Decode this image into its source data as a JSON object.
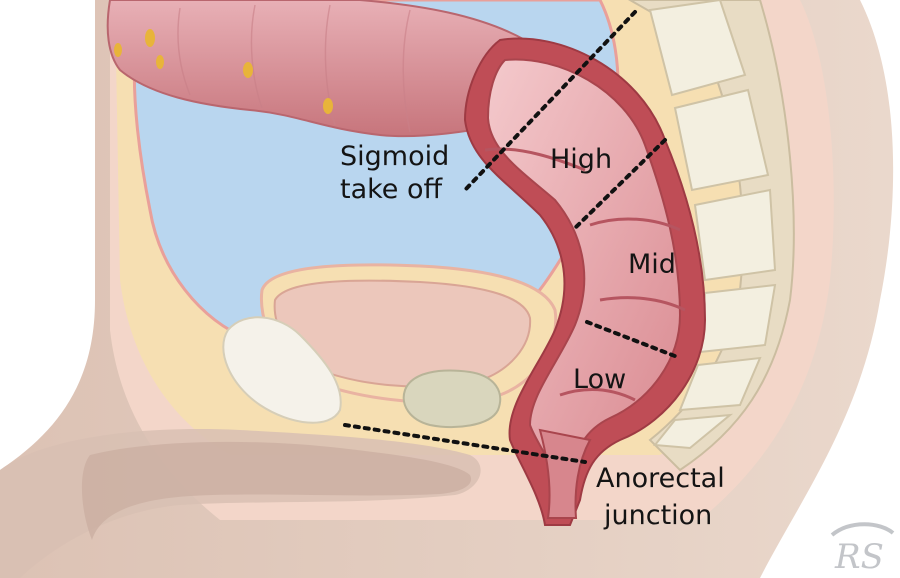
{
  "labels": {
    "sigmoid_line1": "Sigmoid",
    "sigmoid_line2": "take off",
    "high": "High",
    "mid": "Mid",
    "low": "Low",
    "anorectal_line1": "Anorectal",
    "anorectal_line2": "junction"
  },
  "watermark": "RS",
  "colors": {
    "body": "#e3cdc0",
    "fat": "#f6dfb2",
    "pelvic_cavity": "#b9d6ef",
    "colon": "#d9959a",
    "colon_lining": "#bf4d56",
    "bladder": "#ecc7bb",
    "bone": "#f3efe0",
    "dotted_line": "#111111"
  }
}
